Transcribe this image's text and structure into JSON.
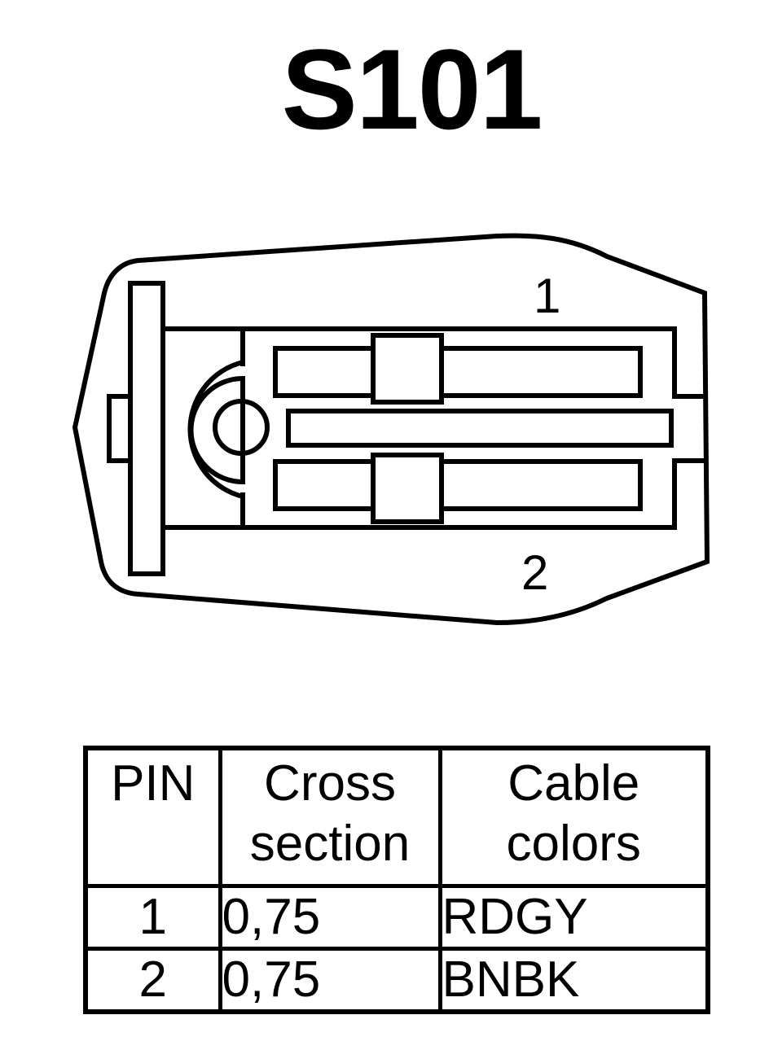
{
  "title": "S101",
  "diagram": {
    "pin_labels": [
      "1",
      "2"
    ]
  },
  "table": {
    "headers": {
      "pin": "PIN",
      "cross_section_line1": "Cross",
      "cross_section_line2": "section",
      "cable_colors_line1": "Cable",
      "cable_colors_line2": "colors"
    },
    "rows": [
      {
        "pin": "1",
        "cross_section": "0,75",
        "cable_colors": "RDGY"
      },
      {
        "pin": "2",
        "cross_section": "0,75",
        "cable_colors": "BNBK"
      }
    ]
  }
}
